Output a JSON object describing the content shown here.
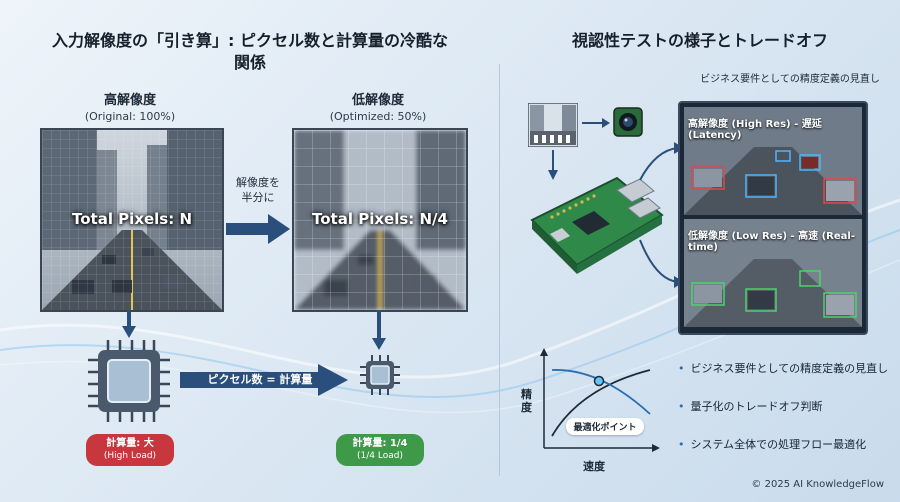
{
  "left": {
    "title_line1": "入力解像度の「引き算」: ピクセル数と計算量の冷酷な",
    "title_line2": "関係",
    "high": {
      "label": "高解像度",
      "sub": "(Original: 100%)",
      "pixels": "Total Pixels: N"
    },
    "low": {
      "label": "低解像度",
      "sub": "(Optimized: 50%)",
      "pixels": "Total Pixels: N/4"
    },
    "arrow_text_line1": "解像度を",
    "arrow_text_line2": "半分に",
    "chip_arrow_text": "ピクセル数 = 計算量",
    "badge_high": {
      "main": "計算量: 大",
      "sub": "(High Load)"
    },
    "badge_low": {
      "main": "計算量: 1/4",
      "sub": "(1/4 Load)"
    }
  },
  "right": {
    "title": "視認性テストの様子とトレードオフ",
    "caption": "ビジネス要件としての精度定義の見直し",
    "panel_high": "高解像度 (High Res) - 遅延 (Latency)",
    "panel_low": "低解像度 (Low Res) - 高速 (Real-time)",
    "chart": {
      "ylabel": "精度",
      "xlabel": "速度",
      "point_label": "最適化ポイント"
    },
    "bullets": [
      "ビジネス要件としての精度定義の見直し",
      "量子化のトレードオフ判断",
      "システム全体での処理フロー最適化"
    ]
  },
  "copyright": "© 2025 AI KnowledgeFlow",
  "colors": {
    "accent_blue": "#2a4f7c",
    "red": "#c8373d",
    "green": "#3e9a48"
  }
}
